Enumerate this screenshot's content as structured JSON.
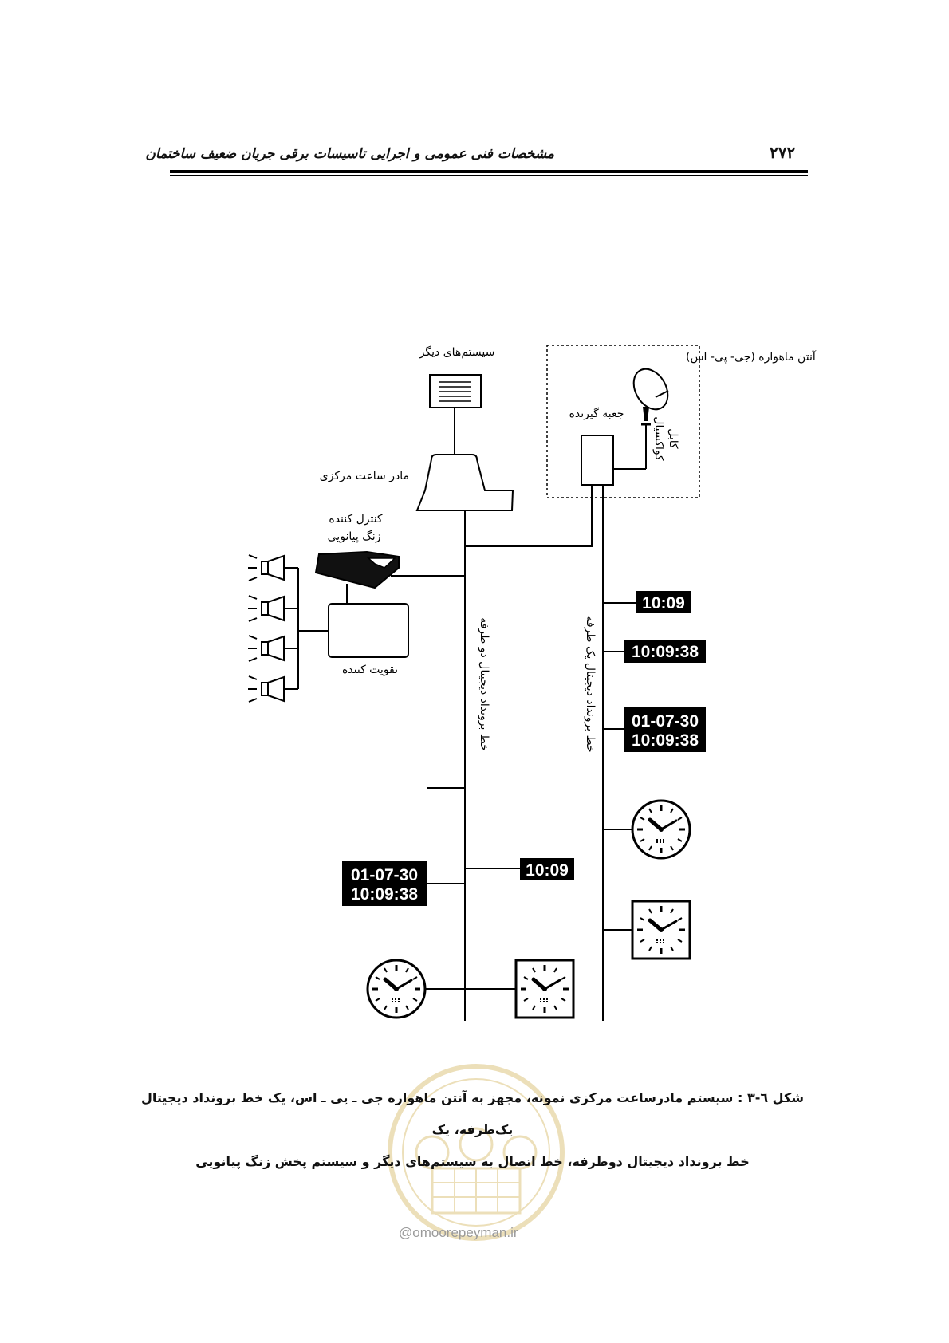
{
  "header": {
    "title": "مشخصات فنی عمومی و اجرایی تاسیسات برقی جریان ضعیف ساختمان",
    "page_number": "۲۷۲"
  },
  "figure": {
    "labels": {
      "other_systems": "سیستم‌های دیگر",
      "gps_antenna": "آنتن ماهواره (جی- پی- اس)",
      "receiver_box": "جعبه گیرنده",
      "coax_cable_line1": "کابل",
      "coax_cable_line2": "کواکسیال",
      "master_clock": "مادر ساعت مرکزی",
      "bell_controller_line1": "کنترل کننده",
      "bell_controller_line2": "زنگ پیانویی",
      "amplifier": "تقویت کننده",
      "line_two_way": "خط برونداد دیجیتال دو طرفه",
      "line_one_way": "خط برونداد دیجیتال یک طرفه"
    },
    "displays": {
      "one_way_time": "10:09",
      "one_way_time_sec": "10:09:38",
      "one_way_date": "01-07-30",
      "one_way_date_time": "10:09:38",
      "two_way_date": "01-07-30",
      "two_way_date_time": "10:09:38",
      "two_way_time": "10:09"
    }
  },
  "caption": {
    "line1": "شکل ٦-٣ : سیستم مادرساعت مرکزی نمونه، مجهز به آنتن ماهواره جی ـ پی ـ اس، یک خط برونداد دیجیتال یک‌طرفه، یک",
    "line2": "خط برونداد دیجیتال دوطرفه، خط اتصال به سیستم‌های دیگر و سیستم پخش زنگ پیانویی"
  },
  "watermark": {
    "url": "@omoorepeyman.ir"
  }
}
